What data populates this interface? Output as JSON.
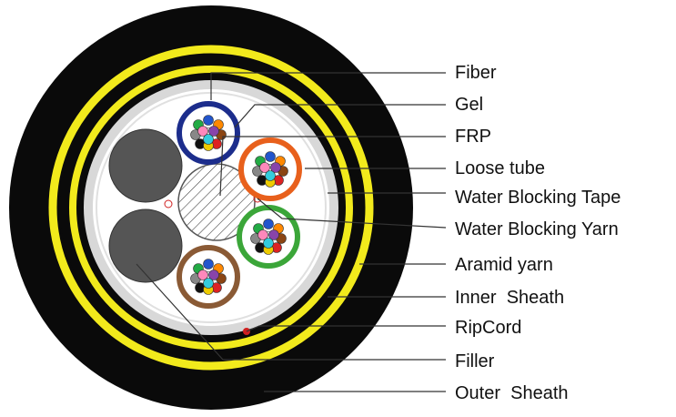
{
  "labels": [
    "Fiber",
    "Gel",
    "FRP",
    "Loose tube",
    "Water Blocking Tape",
    "Water Blocking Yarn",
    "Aramid yarn",
    "Inner  Sheath",
    "RipCord",
    "Filler",
    "Outer  Sheath"
  ],
  "colors": {
    "outer_sheath": "#0a0a0a",
    "aramid_yarn": "#f2ea1c",
    "inner_sheath": "#0a0a0a",
    "tape": "#d8d8d8",
    "core": "#ffffff",
    "filler": "#555555",
    "ripcord": "#d02020",
    "leader_line": "#333333",
    "tube_blue": "#1c2d8c",
    "tube_orange": "#e8601c",
    "tube_green": "#3ba639",
    "tube_brown": "#8a5a35"
  },
  "fiber_colors": [
    "#2255cc",
    "#ff8800",
    "#22aa44",
    "#8b4513",
    "#888888",
    "#ffffff",
    "#dd2222",
    "#111111",
    "#eecc00",
    "#8844aa",
    "#ff88bb",
    "#33ccdd"
  ]
}
